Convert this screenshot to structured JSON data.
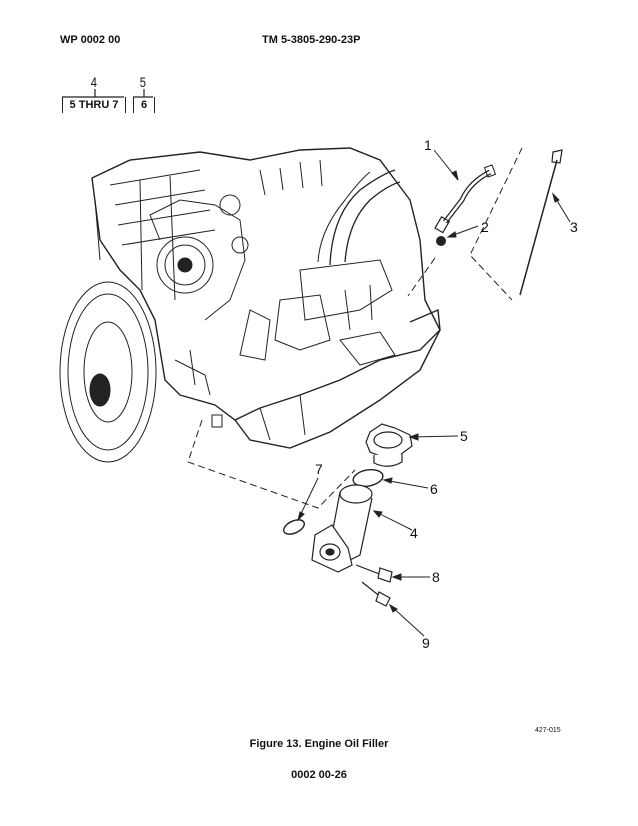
{
  "header": {
    "work_package": "WP 0002 00",
    "manual_number": "TM 5-3805-290-23P"
  },
  "locator_tree": {
    "left_node": {
      "number": "4",
      "label": "5 THRU 7"
    },
    "right_node": {
      "number": "5",
      "label": "6"
    }
  },
  "figure": {
    "callouts": [
      "1",
      "2",
      "3",
      "4",
      "5",
      "6",
      "7",
      "8",
      "9"
    ],
    "figure_id": "427-015",
    "caption": "Figure 13. Engine Oil Filler"
  },
  "footer": {
    "page_number": "0002 00-26"
  }
}
